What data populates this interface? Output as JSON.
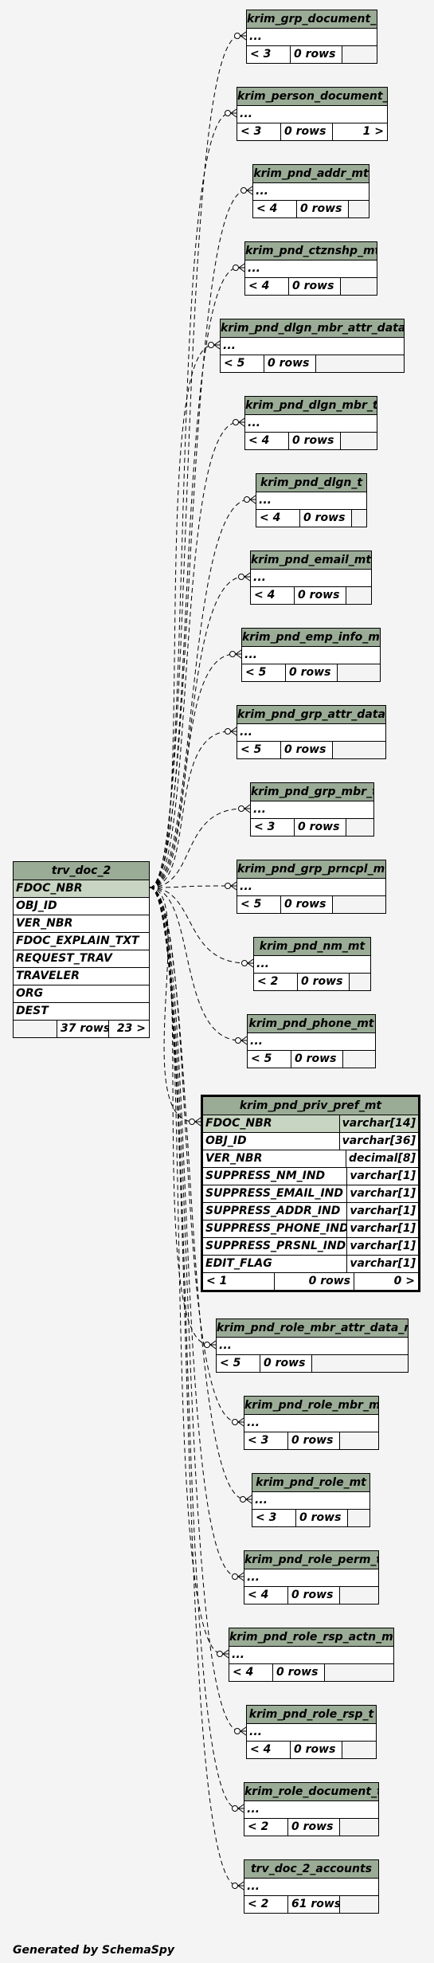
{
  "source_table": {
    "name": "trv_doc_2",
    "columns": [
      "FDOC_NBR",
      "OBJ_ID",
      "VER_NBR",
      "FDOC_EXPLAIN_TXT",
      "REQUEST_TRAV",
      "TRAVELER",
      "ORG",
      "DEST"
    ],
    "rows": "37 rows",
    "children": "23 >"
  },
  "focus_table": {
    "name": "krim_pnd_priv_pref_mt",
    "columns": [
      {
        "name": "FDOC_NBR",
        "type": "varchar[14]"
      },
      {
        "name": "OBJ_ID",
        "type": "varchar[36]"
      },
      {
        "name": "VER_NBR",
        "type": "decimal[8]"
      },
      {
        "name": "SUPPRESS_NM_IND",
        "type": "varchar[1]"
      },
      {
        "name": "SUPPRESS_EMAIL_IND",
        "type": "varchar[1]"
      },
      {
        "name": "SUPPRESS_ADDR_IND",
        "type": "varchar[1]"
      },
      {
        "name": "SUPPRESS_PHONE_IND",
        "type": "varchar[1]"
      },
      {
        "name": "SUPPRESS_PRSNL_IND",
        "type": "varchar[1]"
      },
      {
        "name": "EDIT_FLAG",
        "type": "varchar[1]"
      }
    ],
    "parents": "< 1",
    "rows": "0 rows",
    "children": "0 >"
  },
  "tables": [
    {
      "name": "krim_grp_document_t",
      "ellipsis": "...",
      "parents": "< 3",
      "rows": "0 rows",
      "children": ""
    },
    {
      "name": "krim_person_document_t",
      "ellipsis": "...",
      "parents": "< 3",
      "rows": "0 rows",
      "children": "1 >"
    },
    {
      "name": "krim_pnd_addr_mt",
      "ellipsis": "...",
      "parents": "< 4",
      "rows": "0 rows",
      "children": ""
    },
    {
      "name": "krim_pnd_ctznshp_mt",
      "ellipsis": "...",
      "parents": "< 4",
      "rows": "0 rows",
      "children": ""
    },
    {
      "name": "krim_pnd_dlgn_mbr_attr_data_t",
      "ellipsis": "...",
      "parents": "< 5",
      "rows": "0 rows",
      "children": ""
    },
    {
      "name": "krim_pnd_dlgn_mbr_t",
      "ellipsis": "...",
      "parents": "< 4",
      "rows": "0 rows",
      "children": ""
    },
    {
      "name": "krim_pnd_dlgn_t",
      "ellipsis": "...",
      "parents": "< 4",
      "rows": "0 rows",
      "children": ""
    },
    {
      "name": "krim_pnd_email_mt",
      "ellipsis": "...",
      "parents": "< 4",
      "rows": "0 rows",
      "children": ""
    },
    {
      "name": "krim_pnd_emp_info_mt",
      "ellipsis": "...",
      "parents": "< 5",
      "rows": "0 rows",
      "children": ""
    },
    {
      "name": "krim_pnd_grp_attr_data_t",
      "ellipsis": "...",
      "parents": "< 5",
      "rows": "0 rows",
      "children": ""
    },
    {
      "name": "krim_pnd_grp_mbr_t",
      "ellipsis": "...",
      "parents": "< 3",
      "rows": "0 rows",
      "children": ""
    },
    {
      "name": "krim_pnd_grp_prncpl_mt",
      "ellipsis": "...",
      "parents": "< 5",
      "rows": "0 rows",
      "children": ""
    },
    {
      "name": "krim_pnd_nm_mt",
      "ellipsis": "...",
      "parents": "< 2",
      "rows": "0 rows",
      "children": ""
    },
    {
      "name": "krim_pnd_phone_mt",
      "ellipsis": "...",
      "parents": "< 5",
      "rows": "0 rows",
      "children": ""
    },
    {
      "name": "krim_pnd_role_mbr_attr_data_mt",
      "ellipsis": "...",
      "parents": "< 5",
      "rows": "0 rows",
      "children": ""
    },
    {
      "name": "krim_pnd_role_mbr_mt",
      "ellipsis": "...",
      "parents": "< 3",
      "rows": "0 rows",
      "children": ""
    },
    {
      "name": "krim_pnd_role_mt",
      "ellipsis": "...",
      "parents": "< 3",
      "rows": "0 rows",
      "children": ""
    },
    {
      "name": "krim_pnd_role_perm_t",
      "ellipsis": "...",
      "parents": "< 4",
      "rows": "0 rows",
      "children": ""
    },
    {
      "name": "krim_pnd_role_rsp_actn_mt",
      "ellipsis": "...",
      "parents": "< 4",
      "rows": "0 rows",
      "children": ""
    },
    {
      "name": "krim_pnd_role_rsp_t",
      "ellipsis": "...",
      "parents": "< 4",
      "rows": "0 rows",
      "children": ""
    },
    {
      "name": "krim_role_document_t",
      "ellipsis": "...",
      "parents": "< 2",
      "rows": "0 rows",
      "children": ""
    },
    {
      "name": "trv_doc_2_accounts",
      "ellipsis": "...",
      "parents": "< 2",
      "rows": "61 rows",
      "children": ""
    }
  ],
  "footer": "Generated by SchemaSpy",
  "colors": {
    "header": "#9aab96",
    "pk_row": "#c8d5c2",
    "background": "#f4f4f4"
  }
}
